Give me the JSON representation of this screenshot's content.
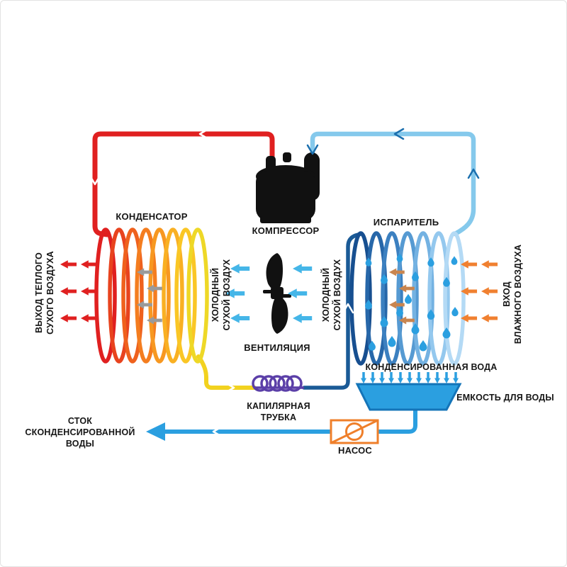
{
  "diagram": {
    "labels": {
      "condenser": "КОНДЕНСАТОР",
      "compressor": "КОМПРЕССОР",
      "evaporator": "ИСПАРИТЕЛЬ",
      "fan": "ВЕНТИЛЯЦИЯ",
      "capillary_tube": "КАПИЛЯРНАЯ\nТРУБКА",
      "condensed_water": "КОНДЕНСИРОВАННАЯ ВОДА",
      "water_tank": "ЕМКОСТЬ ДЛЯ ВОДЫ",
      "pump": "НАСОС",
      "condensate_drain": "СТОК\nСКОНДЕНСИРОВАННОЙ\nВОДЫ",
      "warm_dry_air_out": "ВЫХОД ТЕПЛОГО\nСУХОГО ВОЗДУХА",
      "humid_air_in": "ВХОД\nВЛАЖНОГО ВОЗДУХА",
      "cold_dry_air_left": "ХОЛОДНЫЙ\nСУХОЙ ВОЗДУХ",
      "cold_dry_air_right": "ХОЛОДНЫЙ\nСУХОЙ ВОЗДУХ"
    },
    "colors": {
      "hot_gas_pipe": "#e02020",
      "liquid_line": "#f2d21f",
      "cold_liquid_pipe": "#1a5a96",
      "suction_pipe": "#85c9ec",
      "capillary_coil": "#5b3fa8",
      "water": "#2b9fe0",
      "water_dark": "#1474b8",
      "warm_air": "#e02020",
      "humid_air": "#f08030",
      "dry_air_gray": "#9a9a9a",
      "warm_air_inner": "#c9854f",
      "fan_air": "#45b6e8",
      "pump_outline": "#ef7f2a",
      "component": "#111111"
    }
  }
}
